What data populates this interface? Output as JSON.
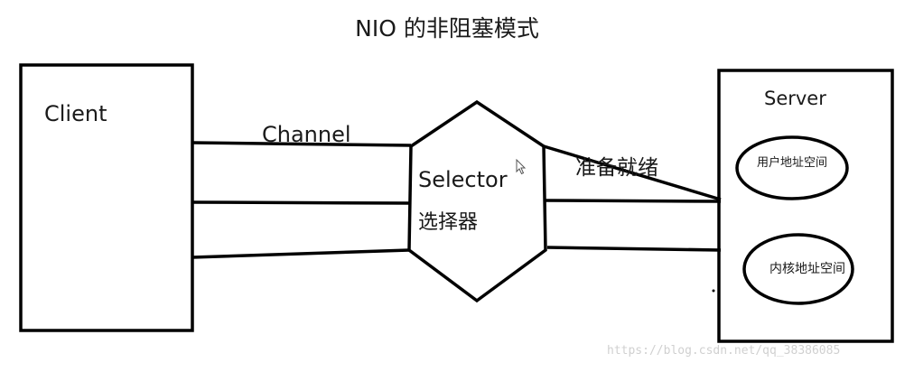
{
  "title": "NIO 的非阻塞模式",
  "client": {
    "label": "Client"
  },
  "channel": {
    "label": "Channel"
  },
  "selector": {
    "label": "Selector",
    "sublabel": "选择器"
  },
  "ready": {
    "label": "准备就绪"
  },
  "server": {
    "label": "Server",
    "user_space": "用户地址空间",
    "kernel_space": "内核地址空间"
  },
  "watermark": "https://blog.csdn.net/qq_38386085",
  "icons": {
    "cursor": "mouse-pointer-icon"
  },
  "colors": {
    "stroke": "#000000",
    "background": "#ffffff",
    "watermark": "#d0d0d0"
  }
}
